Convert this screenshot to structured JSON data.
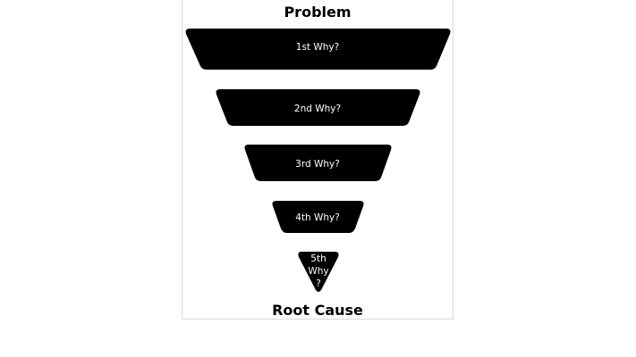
{
  "diagram": {
    "title": "Problem",
    "footer": "Root Cause",
    "levels": [
      {
        "label": "1st Why?"
      },
      {
        "label": "2nd Why?"
      },
      {
        "label": "3rd Why?"
      },
      {
        "label": "4th Why?"
      },
      {
        "label": "5th\nWhy\n?"
      }
    ],
    "colors": {
      "shape": "#000000",
      "text": "#ffffff",
      "background": "#ffffff",
      "frame_border": "#d9d9d9"
    }
  }
}
